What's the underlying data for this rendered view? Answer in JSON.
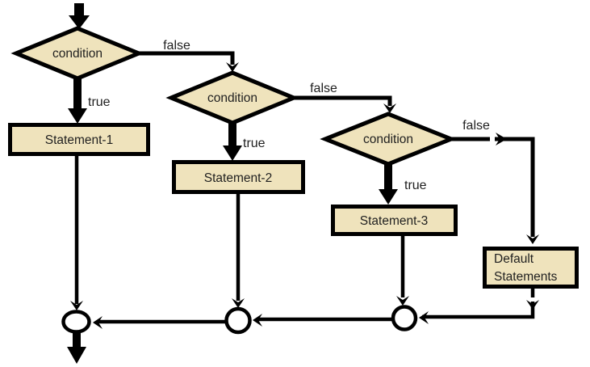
{
  "colors": {
    "background": "#FFFFFF",
    "shape_fill": "#EFE3BC",
    "line": "#000000",
    "text": "#1F1F1F"
  },
  "flowchart": {
    "decision1": {
      "label": "condition",
      "true_label": "true",
      "false_label": "false"
    },
    "decision2": {
      "label": "condition",
      "true_label": "true",
      "false_label": "false"
    },
    "decision3": {
      "label": "condition",
      "true_label": "true",
      "false_label": "false"
    },
    "statement1": {
      "label": "Statement-1"
    },
    "statement2": {
      "label": "Statement-2"
    },
    "statement3": {
      "label": "Statement-3"
    },
    "default_block": {
      "line1": "Default",
      "line2": "Statements"
    }
  }
}
